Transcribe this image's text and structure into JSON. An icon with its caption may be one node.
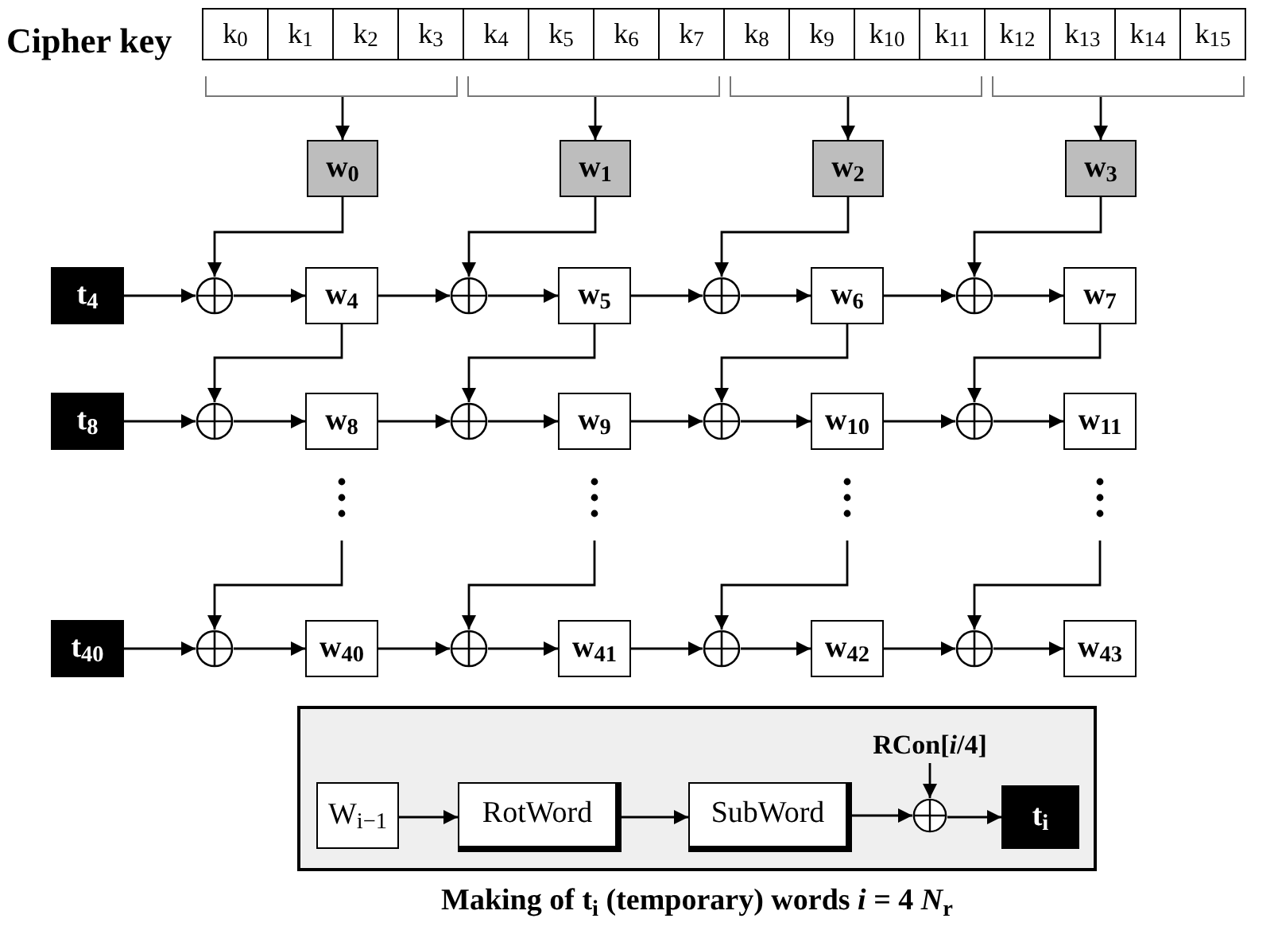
{
  "diagram": {
    "caption": "Making of t$_{i}$ (temporary) words *i* = 4 *N*$_{r}$",
    "nodes": [
      {
        "text": [
          "w$_{0}$"
        ]
      },
      {
        "text": [
          "w$_{1}$"
        ]
      },
      {
        "text": [
          "w$_{2}$"
        ]
      },
      {
        "text": [
          "w$_{3}$"
        ]
      },
      {
        "text": [
          "t$_{4}$"
        ]
      },
      {
        "text": [],
        "shape": "circle"
      },
      {
        "text": [
          "w$_{4}$"
        ]
      },
      {
        "text": [],
        "shape": "circle"
      },
      {
        "text": [
          "w$_{5}$"
        ]
      },
      {
        "text": [],
        "shape": "circle"
      },
      {
        "text": [
          "w$_{6}$"
        ]
      },
      {
        "text": [],
        "shape": "circle"
      },
      {
        "text": [
          "w$_{7}$"
        ]
      },
      {
        "text": [
          "t$_{8}$"
        ]
      },
      {
        "text": [],
        "shape": "circle"
      },
      {
        "text": [
          "w$_{8}$"
        ]
      },
      {
        "text": [],
        "shape": "circle"
      },
      {
        "text": [
          "w$_{9}$"
        ]
      },
      {
        "text": [],
        "shape": "circle"
      },
      {
        "text": [
          "w$_{10}$"
        ]
      },
      {
        "text": [],
        "shape": "circle"
      },
      {
        "text": [
          "w$_{11}$"
        ]
      },
      {
        "text": [
          "t$_{40}$"
        ]
      },
      {
        "text": [],
        "shape": "circle"
      },
      {
        "text": [
          "w$_{40}$"
        ]
      },
      {
        "text": [],
        "shape": "circle"
      },
      {
        "text": [
          "w$_{41}$"
        ]
      },
      {
        "text": [],
        "shape": "circle"
      },
      {
        "text": [
          "w$_{42}$"
        ]
      },
      {
        "text": [],
        "shape": "circle"
      },
      {
        "text": [
          "w$_{43}$"
        ]
      },
      {
        "text": [],
        "shape": "box"
      },
      {
        "text": [
          "W$_{i−1}$"
        ],
        "in": 31
      },
      {
        "text": [
          "RotWord"
        ],
        "in": 31
      },
      {
        "text": [
          "SubWord"
        ],
        "in": 31
      },
      {
        "text": [
          "RCon[*i*/4]"
        ],
        "in": 31
      },
      {
        "text": [],
        "shape": "circle",
        "in": 31
      },
      {
        "text": [
          "t$_{i}$"
        ],
        "in": 31
      },
      {
        "text": [],
        "shape": "bracket"
      },
      {
        "text": [],
        "shape": "bracket"
      },
      {
        "text": [],
        "shape": "bracket"
      },
      {
        "text": [],
        "shape": "bracket"
      }
    ],
    "edges": [
      {
        "from": 38,
        "to": 0,
        "arrow": "to"
      },
      {
        "from": 39,
        "to": 1,
        "arrow": "to"
      },
      {
        "from": 40,
        "to": 2,
        "arrow": "to"
      },
      {
        "from": 41,
        "to": 3,
        "arrow": "to"
      },
      {
        "from": 0,
        "to": 5,
        "arrow": "to"
      },
      {
        "from": 1,
        "to": 7,
        "arrow": "to"
      },
      {
        "from": 2,
        "to": 9,
        "arrow": "to"
      },
      {
        "from": 3,
        "to": 11,
        "arrow": "to"
      },
      {
        "from": 4,
        "to": 5,
        "arrow": "to"
      },
      {
        "from": 5,
        "to": 6,
        "arrow": "to"
      },
      {
        "from": 6,
        "to": 7,
        "arrow": "to"
      },
      {
        "from": 7,
        "to": 8,
        "arrow": "to"
      },
      {
        "from": 8,
        "to": 9,
        "arrow": "to"
      },
      {
        "from": 9,
        "to": 10,
        "arrow": "to"
      },
      {
        "from": 10,
        "to": 11,
        "arrow": "to"
      },
      {
        "from": 11,
        "to": 12,
        "arrow": "to"
      },
      {
        "from": 6,
        "to": 14,
        "arrow": "to"
      },
      {
        "from": 8,
        "to": 16,
        "arrow": "to"
      },
      {
        "from": 10,
        "to": 18,
        "arrow": "to"
      },
      {
        "from": 12,
        "to": 20,
        "arrow": "to"
      },
      {
        "from": 13,
        "to": 14,
        "arrow": "to"
      },
      {
        "from": 14,
        "to": 15,
        "arrow": "to"
      },
      {
        "from": 15,
        "to": 16,
        "arrow": "to"
      },
      {
        "from": 16,
        "to": 17,
        "arrow": "to"
      },
      {
        "from": 17,
        "to": 18,
        "arrow": "to"
      },
      {
        "from": 18,
        "to": 19,
        "arrow": "to"
      },
      {
        "from": 19,
        "to": 20,
        "arrow": "to"
      },
      {
        "from": 20,
        "to": 21,
        "arrow": "to"
      },
      {
        "from": null,
        "to": 23,
        "arrow": "to"
      },
      {
        "from": null,
        "to": 25,
        "arrow": "to"
      },
      {
        "from": null,
        "to": 27,
        "arrow": "to"
      },
      {
        "from": null,
        "to": 29,
        "arrow": "to"
      },
      {
        "from": 22,
        "to": 23,
        "arrow": "to"
      },
      {
        "from": 23,
        "to": 24,
        "arrow": "to"
      },
      {
        "from": 24,
        "to": 25,
        "arrow": "to"
      },
      {
        "from": 25,
        "to": 26,
        "arrow": "to"
      },
      {
        "from": 26,
        "to": 27,
        "arrow": "to"
      },
      {
        "from": 27,
        "to": 28,
        "arrow": "to"
      },
      {
        "from": 28,
        "to": 29,
        "arrow": "to"
      },
      {
        "from": 29,
        "to": 30,
        "arrow": "to"
      },
      {
        "from": 32,
        "to": 33,
        "arrow": "to"
      },
      {
        "from": 33,
        "to": 34,
        "arrow": "to"
      },
      {
        "from": 34,
        "to": 36,
        "arrow": "to"
      },
      {
        "from": 35,
        "to": 36,
        "arrow": "to"
      },
      {
        "from": 36,
        "to": 37,
        "arrow": "to"
      }
    ],
    "labels": [
      "Cipher key",
      "k$_{0}$",
      "k$_{1}$",
      "k$_{2}$",
      "k$_{3}$",
      "k$_{4}$",
      "k$_{5}$",
      "k$_{6}$",
      "k$_{7}$",
      "k$_{8}$",
      "k$_{9}$",
      "k$_{10}$",
      "k$_{11}$",
      "k$_{12}$",
      "k$_{13}$",
      "k$_{14}$",
      "k$_{15}$"
    ]
  }
}
